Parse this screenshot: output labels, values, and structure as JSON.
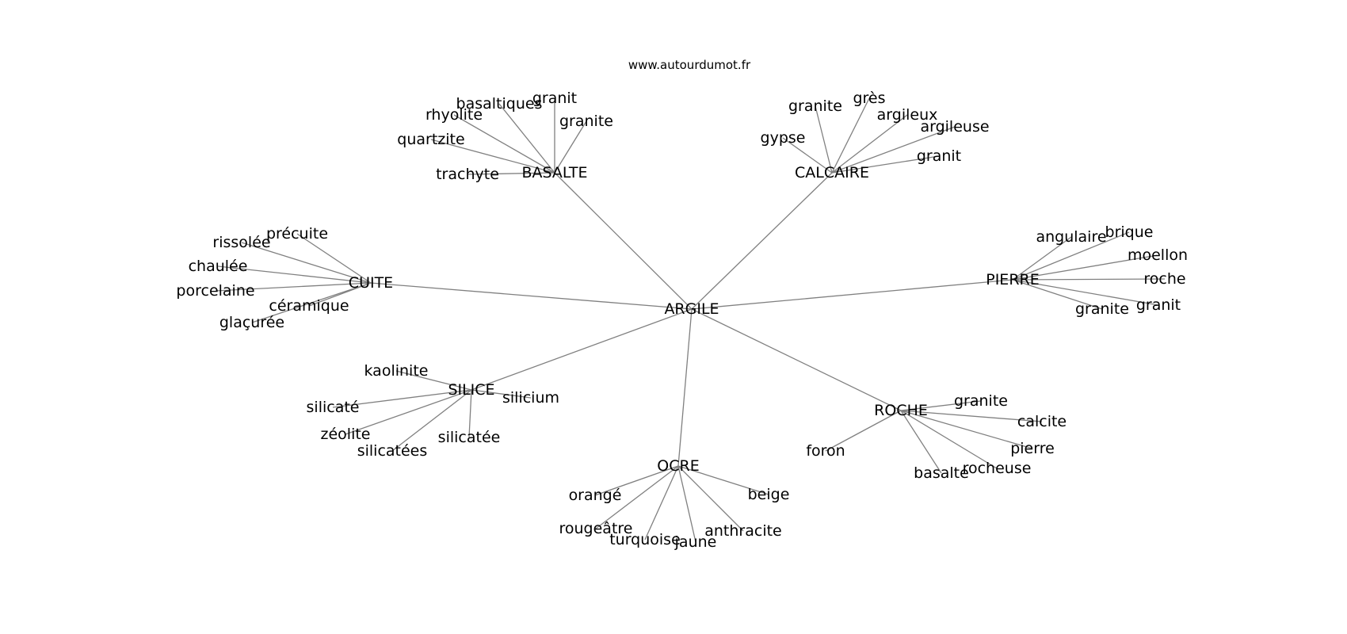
{
  "site": "www.autourdumot.fr",
  "graph": {
    "center": "ARGILE",
    "groups": [
      {
        "hub": "BASALTE",
        "words": [
          "granit",
          "basaltiques",
          "rhyolite",
          "granite",
          "quartzite",
          "trachyte"
        ]
      },
      {
        "hub": "CALCAIRE",
        "words": [
          "grès",
          "granite",
          "argileux",
          "argileuse",
          "gypse",
          "granit"
        ]
      },
      {
        "hub": "CUITE",
        "words": [
          "précuite",
          "rissolée",
          "chaulée",
          "porcelaine",
          "céramique",
          "glaçurée"
        ]
      },
      {
        "hub": "PIERRE",
        "words": [
          "brique",
          "angulaire",
          "moellon",
          "roche",
          "granit",
          "granite"
        ]
      },
      {
        "hub": "SILICE",
        "words": [
          "kaolinite",
          "silicium",
          "silicaté",
          "zéolite",
          "silicatée",
          "silicatées"
        ]
      },
      {
        "hub": "ROCHE",
        "words": [
          "granite",
          "calcite",
          "pierre",
          "rocheuse",
          "basalte",
          "foron"
        ]
      },
      {
        "hub": "OCRE",
        "words": [
          "orangé",
          "beige",
          "rougeâtre",
          "anthracite",
          "turquoise",
          "jaune"
        ]
      }
    ]
  }
}
